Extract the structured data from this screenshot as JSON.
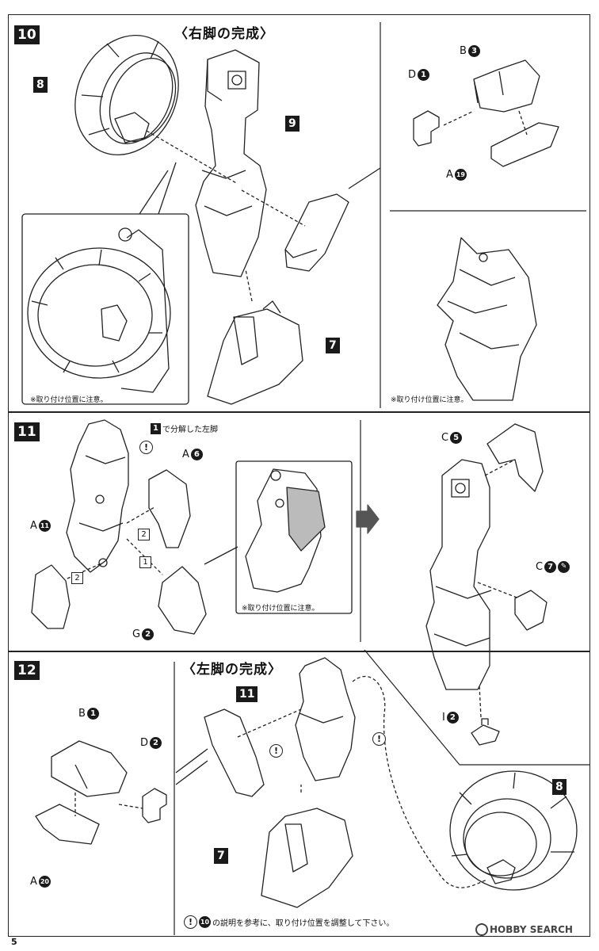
{
  "page_number": "5",
  "watermark": "HOBBY SEARCH",
  "step10": {
    "number": "10",
    "title": "〈右脚の完成〉",
    "callouts": {
      "ring": "8",
      "leg": "9",
      "foot": "7"
    },
    "note_left": "※取り付け位置に注意。",
    "note_right": "※取り付け位置に注意。",
    "parts": [
      {
        "runner": "D",
        "num": "1"
      },
      {
        "runner": "B",
        "num": "3"
      },
      {
        "runner": "A",
        "num": "19"
      }
    ]
  },
  "step11": {
    "number": "11",
    "ref_step": "1",
    "ref_text": "で分解した左脚",
    "parts": [
      {
        "runner": "A",
        "num": "6"
      },
      {
        "runner": "A",
        "num": "11"
      },
      {
        "runner": "G",
        "num": "2"
      },
      {
        "runner": "C",
        "num": "5"
      },
      {
        "runner": "C",
        "num": "7"
      },
      {
        "runner": "I",
        "num": "2"
      }
    ],
    "sub_labels": [
      "2",
      "2",
      "1"
    ],
    "note": "※取り付け位置に注意。"
  },
  "step12": {
    "number": "12",
    "title": "〈左脚の完成〉",
    "callouts": {
      "leg": "11",
      "foot": "7",
      "ring": "8"
    },
    "parts": [
      {
        "runner": "B",
        "num": "1"
      },
      {
        "runner": "D",
        "num": "2"
      },
      {
        "runner": "A",
        "num": "20"
      }
    ],
    "bottom_ref": "10",
    "bottom_note": "の説明を参考に、取り付け位置を調整して下さい。"
  }
}
